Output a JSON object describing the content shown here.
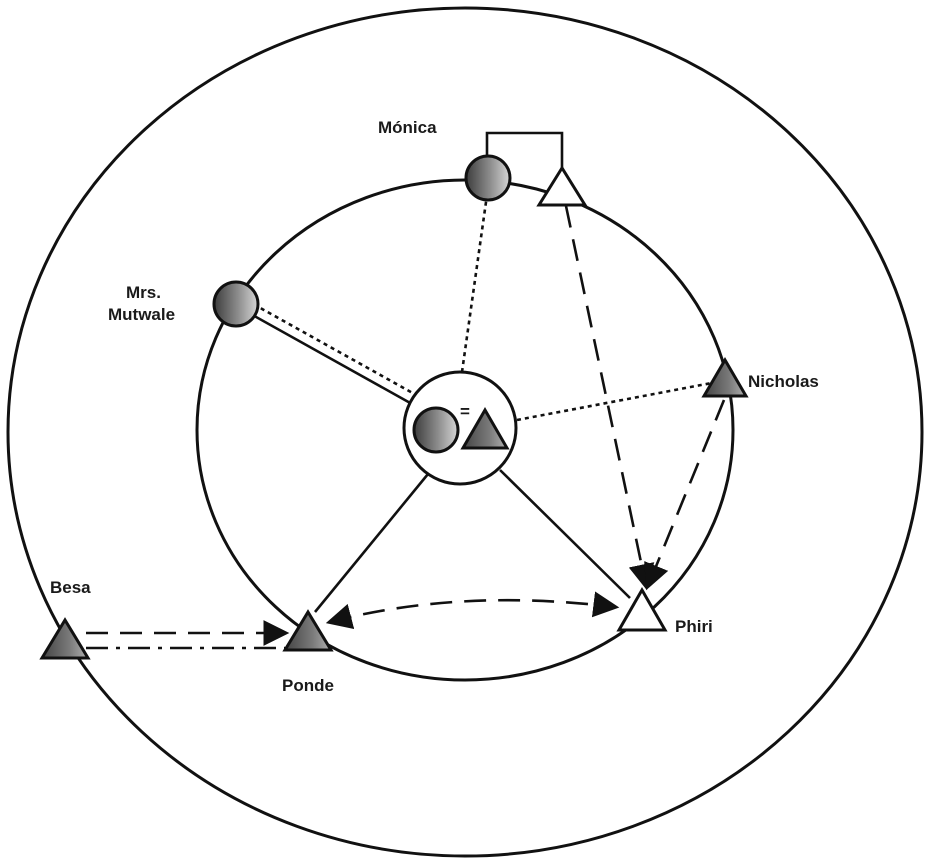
{
  "diagram": {
    "type": "ecomap",
    "colors": {
      "stroke": "#111111",
      "filled_dark": "#5f5f5f",
      "filled_light": "#b8b8b8",
      "hollow": "#ffffff"
    },
    "nodes": [
      {
        "id": "monica",
        "label": "Mónica",
        "shape": "circle",
        "fill": "shaded"
      },
      {
        "id": "partner",
        "label": "",
        "shape": "triangle",
        "fill": "hollow"
      },
      {
        "id": "mutwale",
        "label_lines": [
          "Mrs.",
          "Mutwale"
        ],
        "shape": "circle",
        "fill": "shaded"
      },
      {
        "id": "nicholas",
        "label": "Nicholas",
        "shape": "triangle",
        "fill": "shaded"
      },
      {
        "id": "phiri",
        "label": "Phiri",
        "shape": "triangle",
        "fill": "hollow"
      },
      {
        "id": "ponde",
        "label": "Ponde",
        "shape": "triangle",
        "fill": "shaded"
      },
      {
        "id": "besa",
        "label": "Besa",
        "shape": "triangle",
        "fill": "shaded"
      },
      {
        "id": "ego",
        "label": "",
        "shape": "couple",
        "fill": "shaded",
        "marker": "="
      }
    ],
    "edges": [
      {
        "from": "ego",
        "to": "monica",
        "style": "dotted"
      },
      {
        "from": "ego",
        "to": "mutwale",
        "style": "double-solid-dotted"
      },
      {
        "from": "ego",
        "to": "nicholas",
        "style": "dotted"
      },
      {
        "from": "ego",
        "to": "ponde",
        "style": "solid"
      },
      {
        "from": "ego",
        "to": "phiri",
        "style": "solid"
      },
      {
        "from": "monica",
        "to": "partner",
        "style": "bracket"
      },
      {
        "from": "partner",
        "to": "phiri",
        "style": "dashed",
        "arrow": "end"
      },
      {
        "from": "nicholas",
        "to": "phiri",
        "style": "dashed",
        "arrow": "end"
      },
      {
        "from": "ponde",
        "to": "phiri",
        "style": "dashed-curve",
        "arrow": "both"
      },
      {
        "from": "besa",
        "to": "ponde",
        "style": "dashed+dashdot",
        "arrow": "end"
      }
    ]
  }
}
